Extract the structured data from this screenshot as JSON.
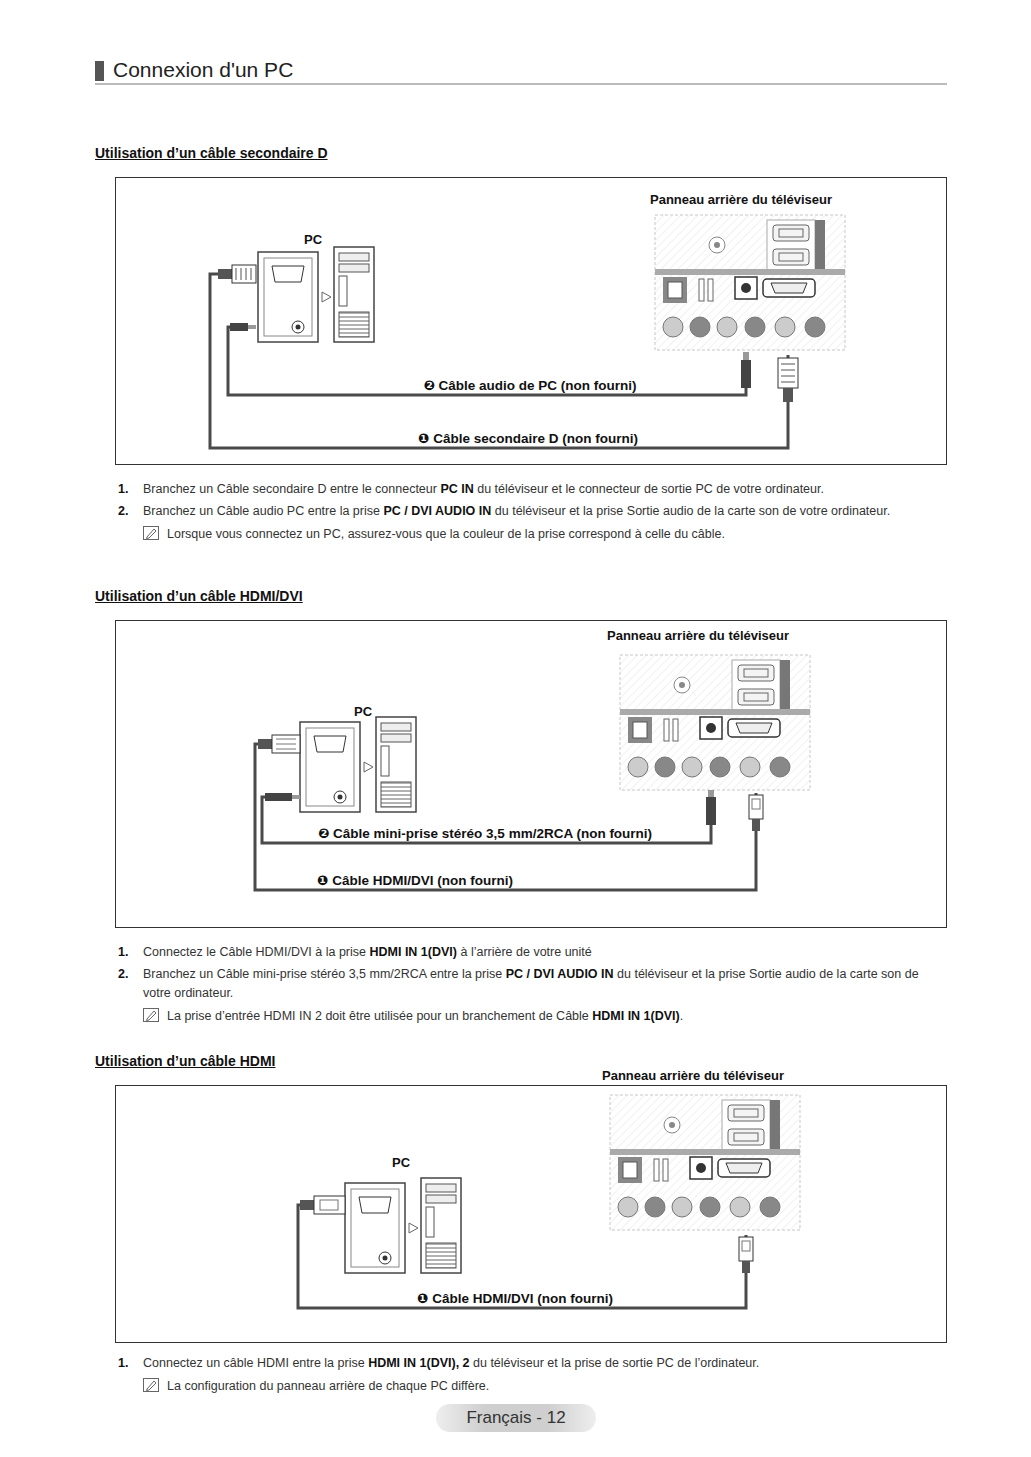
{
  "diagram": {
    "title": "Connexion d'un PC",
    "nodes": [
      {
        "text": [
          "Utilisation d’un câble secondaire D"
        ]
      },
      {
        "text": [
          "PC"
        ],
        "in": 0
      },
      {
        "text": [
          "Panneau arrière du téléviseur"
        ],
        "in": 0
      },
      {
        "text": [
          "Utilisation d’un câble HDMI/DVI"
        ]
      },
      {
        "text": [
          "PC"
        ],
        "in": 3
      },
      {
        "text": [
          "Panneau arrière du téléviseur"
        ],
        "in": 3
      },
      {
        "text": [
          "Utilisation d’un câble HDMI"
        ]
      },
      {
        "text": [
          "PC"
        ],
        "in": 6
      },
      {
        "text": [
          "Panneau arrière du téléviseur"
        ],
        "in": 6
      }
    ],
    "edges": [
      {
        "from": 1,
        "to": 2,
        "arrow": "none",
        "label": "❷ Câble audio de PC (non fourni)"
      },
      {
        "from": 1,
        "to": 2,
        "arrow": "none",
        "label": "❶ Câble secondaire D (non fourni)"
      },
      {
        "from": 4,
        "to": 5,
        "arrow": "none",
        "label": "❷ Câble mini-prise stéréo 3,5 mm/2RCA (non fourni)"
      },
      {
        "from": 4,
        "to": 5,
        "arrow": "none",
        "label": "❶ Câble HDMI/DVI (non fourni)"
      },
      {
        "from": 7,
        "to": 8,
        "arrow": "none",
        "label": "❶ Câble HDMI/DVI (non fourni)"
      }
    ],
    "labels": [
      "1.",
      "Branchez un Câble secondaire D entre le connecteur ",
      "PC IN",
      " du téléviseur et le connecteur de sortie PC de votre ordinateur.",
      "2.",
      "Branchez un Câble audio PC entre la prise ",
      "PC / DVI AUDIO IN",
      " du téléviseur et la prise Sortie audio de la carte son de votre ordinateur.",
      "Lorsque vous connectez un PC, assurez-vous que la couleur de la prise correspond à celle du câble.",
      "1.",
      "Connectez le Câble HDMI/DVI à la prise ",
      "HDMI IN 1(DVI)",
      " à l’arrière de votre unité",
      "2.",
      "Branchez un Câble mini-prise stéréo 3,5 mm/2RCA entre la prise ",
      "PC / DVI AUDIO IN",
      " du téléviseur et la prise Sortie audio de la carte son de votre ordinateur.",
      "La prise d’entrée HDMI IN 2 doit être utilisée pour un branchement de Câble ",
      "HDMI IN 1(DVI)",
      ".",
      "1.",
      "Connectez un câble HDMI entre la prise ",
      "HDMI IN 1(DVI), 2",
      " du téléviseur et la prise de sortie PC de l’ordinateur.",
      "La configuration du panneau arrière de chaque PC diffère.",
      "Français - 12"
    ]
  }
}
